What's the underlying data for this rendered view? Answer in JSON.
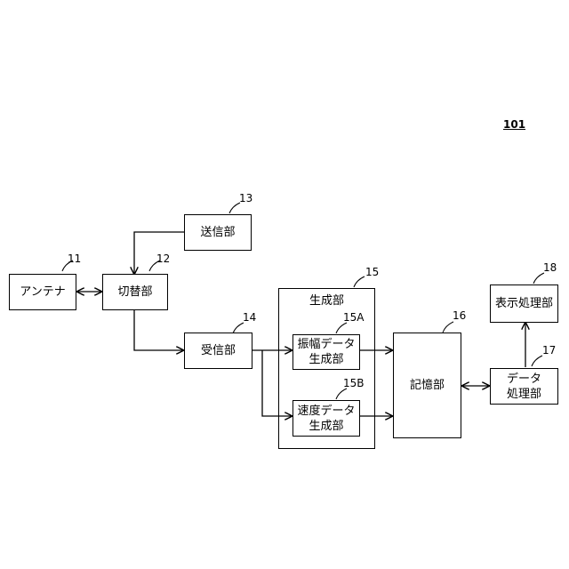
{
  "figure_ref": "101",
  "blocks": {
    "antenna": {
      "label": "アンテナ",
      "ref": "11"
    },
    "switch": {
      "label": "切替部",
      "ref": "12"
    },
    "transmitter": {
      "label": "送信部",
      "ref": "13"
    },
    "receiver": {
      "label": "受信部",
      "ref": "14"
    },
    "generator": {
      "label": "生成部",
      "ref": "15"
    },
    "amplitude_gen": {
      "label": "振幅データ\n生成部",
      "ref": "15A"
    },
    "velocity_gen": {
      "label": "速度データ\n生成部",
      "ref": "15B"
    },
    "storage": {
      "label": "記憶部",
      "ref": "16"
    },
    "data_proc": {
      "label": "データ\n処理部",
      "ref": "17"
    },
    "display_proc": {
      "label": "表示処理部",
      "ref": "18"
    }
  },
  "colors": {
    "line": "#000000",
    "background": "#ffffff"
  }
}
